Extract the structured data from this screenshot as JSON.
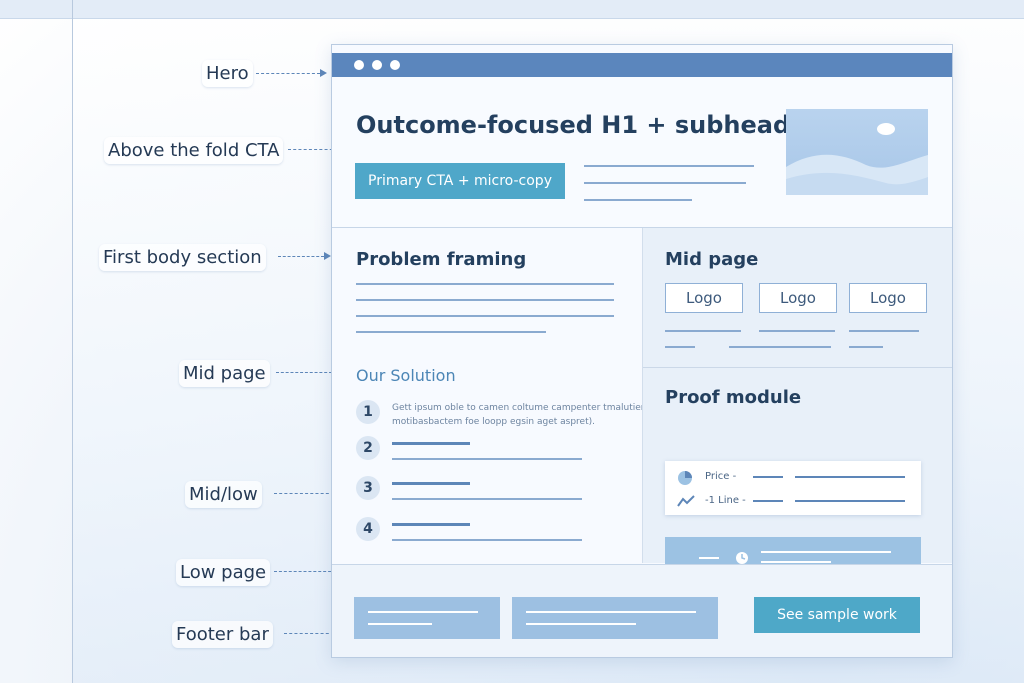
{
  "callouts": {
    "hero": "Hero",
    "above_fold_cta": "Above the fold CTA",
    "first_body": "First body section",
    "mid_page": "Mid page",
    "mid_low": "Mid/low",
    "low_page": "Low page",
    "footer_bar": "Footer bar"
  },
  "hero": {
    "headline": "Outcome-focused H1 + subhead",
    "cta_label": "Primary CTA + micro-copy"
  },
  "body": {
    "problem_heading": "Problem framing",
    "solution_heading": "Our Solution",
    "steps": [
      "1",
      "2",
      "3",
      "4"
    ],
    "step1_text_line1": "Gett ipsum oble to camen coltume campenter tmalutiem",
    "step1_text_line2": "motibasbactem foe loopp egsin aget aspret)."
  },
  "right": {
    "mid_heading": "Mid page",
    "logos": [
      "Logo",
      "Logo",
      "Logo"
    ],
    "proof_heading": "Proof module",
    "proof_row1": "Price -",
    "proof_row2": "-1 Line -"
  },
  "footer": {
    "button_label": "See sample work"
  },
  "colors": {
    "titlebar": "#5b86bd",
    "cta": "#4fa7c9",
    "heading": "#24405f",
    "accent_link": "#4c86b6",
    "leader": "#5d86b8"
  }
}
